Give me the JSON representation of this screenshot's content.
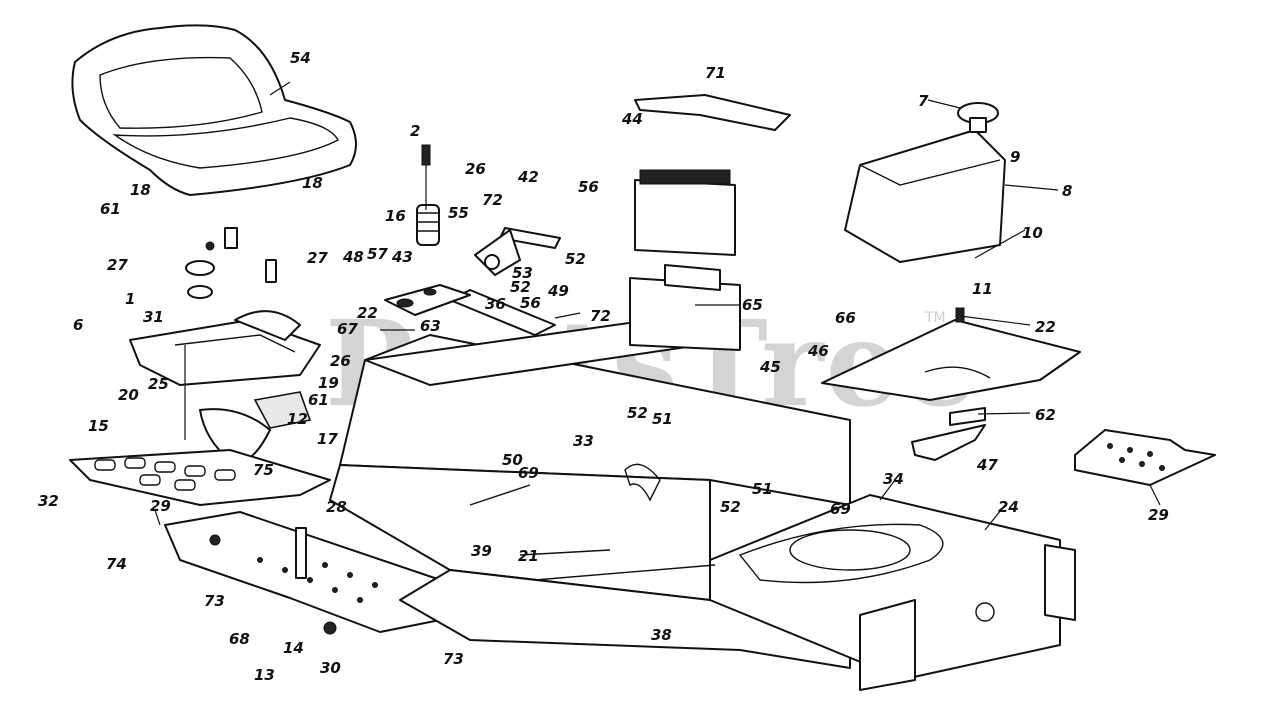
{
  "watermark": {
    "brand": "PartsTree",
    "trademark": "TM"
  },
  "parts": [
    {
      "id": "54",
      "text": "54"
    },
    {
      "id": "2",
      "text": "2"
    },
    {
      "id": "71",
      "text": "71"
    },
    {
      "id": "7",
      "text": "7"
    },
    {
      "id": "44",
      "text": "44"
    },
    {
      "id": "26a",
      "text": "26"
    },
    {
      "id": "42",
      "text": "42"
    },
    {
      "id": "56a",
      "text": "56"
    },
    {
      "id": "18a",
      "text": "18"
    },
    {
      "id": "18b",
      "text": "18"
    },
    {
      "id": "9",
      "text": "9"
    },
    {
      "id": "8",
      "text": "8"
    },
    {
      "id": "61a",
      "text": "61"
    },
    {
      "id": "16",
      "text": "16"
    },
    {
      "id": "55",
      "text": "55"
    },
    {
      "id": "72a",
      "text": "72"
    },
    {
      "id": "27a",
      "text": "27"
    },
    {
      "id": "27b",
      "text": "27"
    },
    {
      "id": "48",
      "text": "48"
    },
    {
      "id": "57",
      "text": "57"
    },
    {
      "id": "43",
      "text": "43"
    },
    {
      "id": "53",
      "text": "53"
    },
    {
      "id": "52a",
      "text": "52"
    },
    {
      "id": "10",
      "text": "10"
    },
    {
      "id": "1",
      "text": "1"
    },
    {
      "id": "11",
      "text": "11"
    },
    {
      "id": "36",
      "text": "36"
    },
    {
      "id": "52b",
      "text": "52"
    },
    {
      "id": "22a",
      "text": "22"
    },
    {
      "id": "56b",
      "text": "56"
    },
    {
      "id": "49",
      "text": "49"
    },
    {
      "id": "65",
      "text": "65"
    },
    {
      "id": "72b",
      "text": "72"
    },
    {
      "id": "31",
      "text": "31"
    },
    {
      "id": "63",
      "text": "63"
    },
    {
      "id": "66",
      "text": "66"
    },
    {
      "id": "22b",
      "text": "22"
    },
    {
      "id": "6",
      "text": "6"
    },
    {
      "id": "67",
      "text": "67"
    },
    {
      "id": "26b",
      "text": "26"
    },
    {
      "id": "46",
      "text": "46"
    },
    {
      "id": "19",
      "text": "19"
    },
    {
      "id": "45",
      "text": "45"
    },
    {
      "id": "25",
      "text": "25"
    },
    {
      "id": "20",
      "text": "20"
    },
    {
      "id": "61b",
      "text": "61"
    },
    {
      "id": "52c",
      "text": "52"
    },
    {
      "id": "51a",
      "text": "51"
    },
    {
      "id": "62",
      "text": "62"
    },
    {
      "id": "15",
      "text": "15"
    },
    {
      "id": "12",
      "text": "12"
    },
    {
      "id": "17",
      "text": "17"
    },
    {
      "id": "33",
      "text": "33"
    },
    {
      "id": "47",
      "text": "47"
    },
    {
      "id": "75",
      "text": "75"
    },
    {
      "id": "50",
      "text": "50"
    },
    {
      "id": "69a",
      "text": "69"
    },
    {
      "id": "34",
      "text": "34"
    },
    {
      "id": "32",
      "text": "32"
    },
    {
      "id": "28",
      "text": "28"
    },
    {
      "id": "29a",
      "text": "29"
    },
    {
      "id": "52d",
      "text": "52"
    },
    {
      "id": "51b",
      "text": "51"
    },
    {
      "id": "24",
      "text": "24"
    },
    {
      "id": "69b",
      "text": "69"
    },
    {
      "id": "29b",
      "text": "29"
    },
    {
      "id": "39",
      "text": "39"
    },
    {
      "id": "21",
      "text": "21"
    },
    {
      "id": "74",
      "text": "74"
    },
    {
      "id": "73a",
      "text": "73"
    },
    {
      "id": "68",
      "text": "68"
    },
    {
      "id": "38",
      "text": "38"
    },
    {
      "id": "14",
      "text": "14"
    },
    {
      "id": "73b",
      "text": "73"
    },
    {
      "id": "13",
      "text": "13"
    },
    {
      "id": "30",
      "text": "30"
    }
  ]
}
